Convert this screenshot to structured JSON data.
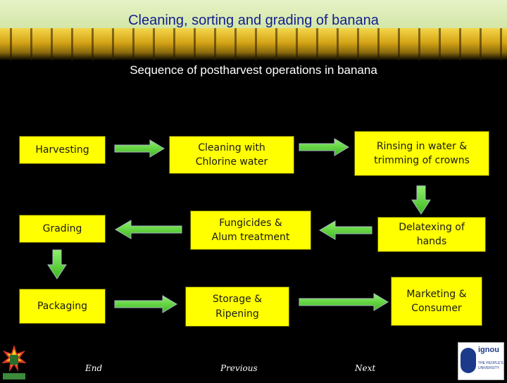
{
  "header": {
    "title": "Cleaning, sorting and grading of banana",
    "subtitle": "Sequence of postharvest operations in banana"
  },
  "diagram": {
    "box_color": "#ffff00",
    "arrow_color": "#5fdc3a",
    "steps": [
      {
        "id": "harvesting",
        "label": "Harvesting"
      },
      {
        "id": "cleaning",
        "label": "Cleaning with\nChlorine water"
      },
      {
        "id": "rinsing",
        "label": "Rinsing in water &\ntrimming of crowns"
      },
      {
        "id": "delatexing",
        "label": "Delatexing of\nhands"
      },
      {
        "id": "fungicides",
        "label": "Fungicides &\nAlum treatment"
      },
      {
        "id": "grading",
        "label": "Grading"
      },
      {
        "id": "packaging",
        "label": "Packaging"
      },
      {
        "id": "storage",
        "label": "Storage &\nRipening"
      },
      {
        "id": "marketing",
        "label": "Marketing  &\nConsumer"
      }
    ]
  },
  "nav": {
    "end": "End",
    "previous": "Previous",
    "next": "Next"
  },
  "logos": {
    "right_word": "ignou",
    "right_sub": "THE PEOPLE'S UNIVERSITY"
  }
}
